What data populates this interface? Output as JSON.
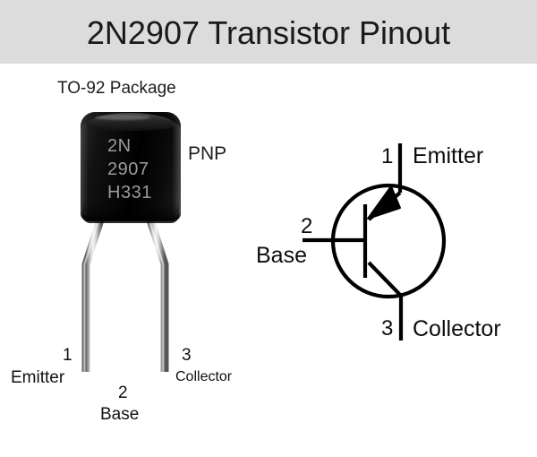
{
  "header": {
    "title": "2N2907 Transistor Pinout",
    "background_color": "#dcdcdc",
    "text_color": "#1a1a1a"
  },
  "package_section": {
    "package_label": "TO-92 Package",
    "type_label": "PNP",
    "body_markings": {
      "line1": "2N",
      "line2": "2907",
      "line3": "H331"
    },
    "body_color": "#000000",
    "marking_color": "#9c9c9c",
    "pins": [
      {
        "number": "1",
        "name": "Emitter"
      },
      {
        "number": "2",
        "name": "Base"
      },
      {
        "number": "3",
        "name": "Collector"
      }
    ]
  },
  "schematic_section": {
    "symbol": "pnp-bjt",
    "line_color": "#000000",
    "pins": [
      {
        "number": "1",
        "name": "Emitter"
      },
      {
        "number": "2",
        "name": "Base"
      },
      {
        "number": "3",
        "name": "Collector"
      }
    ]
  }
}
